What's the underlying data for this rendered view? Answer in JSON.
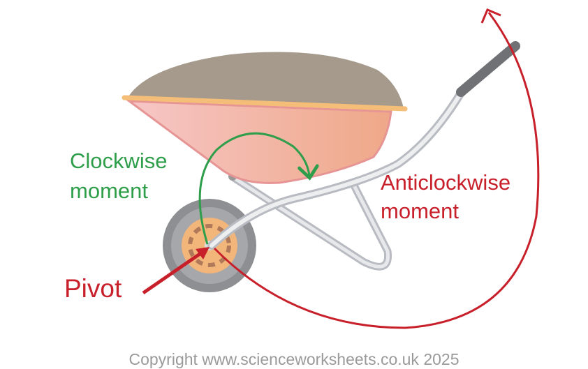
{
  "labels": {
    "clockwise_line1": "Clockwise",
    "clockwise_line2": "moment",
    "anticlockwise_line1": "Anticlockwise",
    "anticlockwise_line2": "moment",
    "pivot": "Pivot"
  },
  "copyright": "Copyright www.scienceworksheets.co.uk 2025",
  "colors": {
    "clockwise": "#2e9e4a",
    "anticlockwise": "#c8202a",
    "copyright": "#9a9a9a"
  }
}
